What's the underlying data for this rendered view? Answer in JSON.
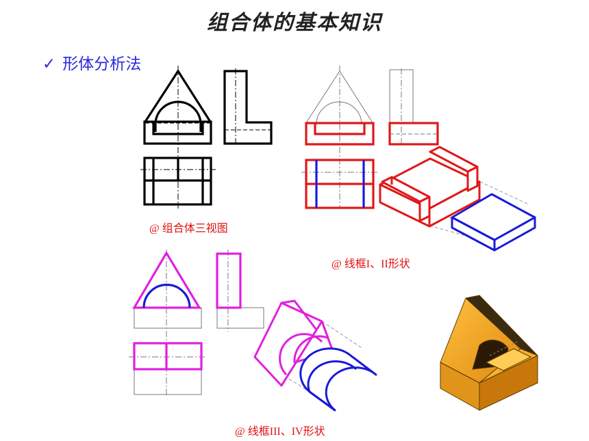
{
  "title": "组合体的基本知识",
  "bullet": {
    "check": "✓",
    "label": "形体分析法"
  },
  "captions": {
    "a": "@ 组合体三视图",
    "b": "@ 线框I、II形状",
    "c": "@ 线框III、IV形状"
  },
  "colors": {
    "bullet_text": "#2a2ad8",
    "caption_text": "#e01010",
    "highlight_red": "#e01818",
    "highlight_blue": "#1a1ad8",
    "highlight_magenta": "#e020e0",
    "solid_orange": "#f0a020"
  }
}
